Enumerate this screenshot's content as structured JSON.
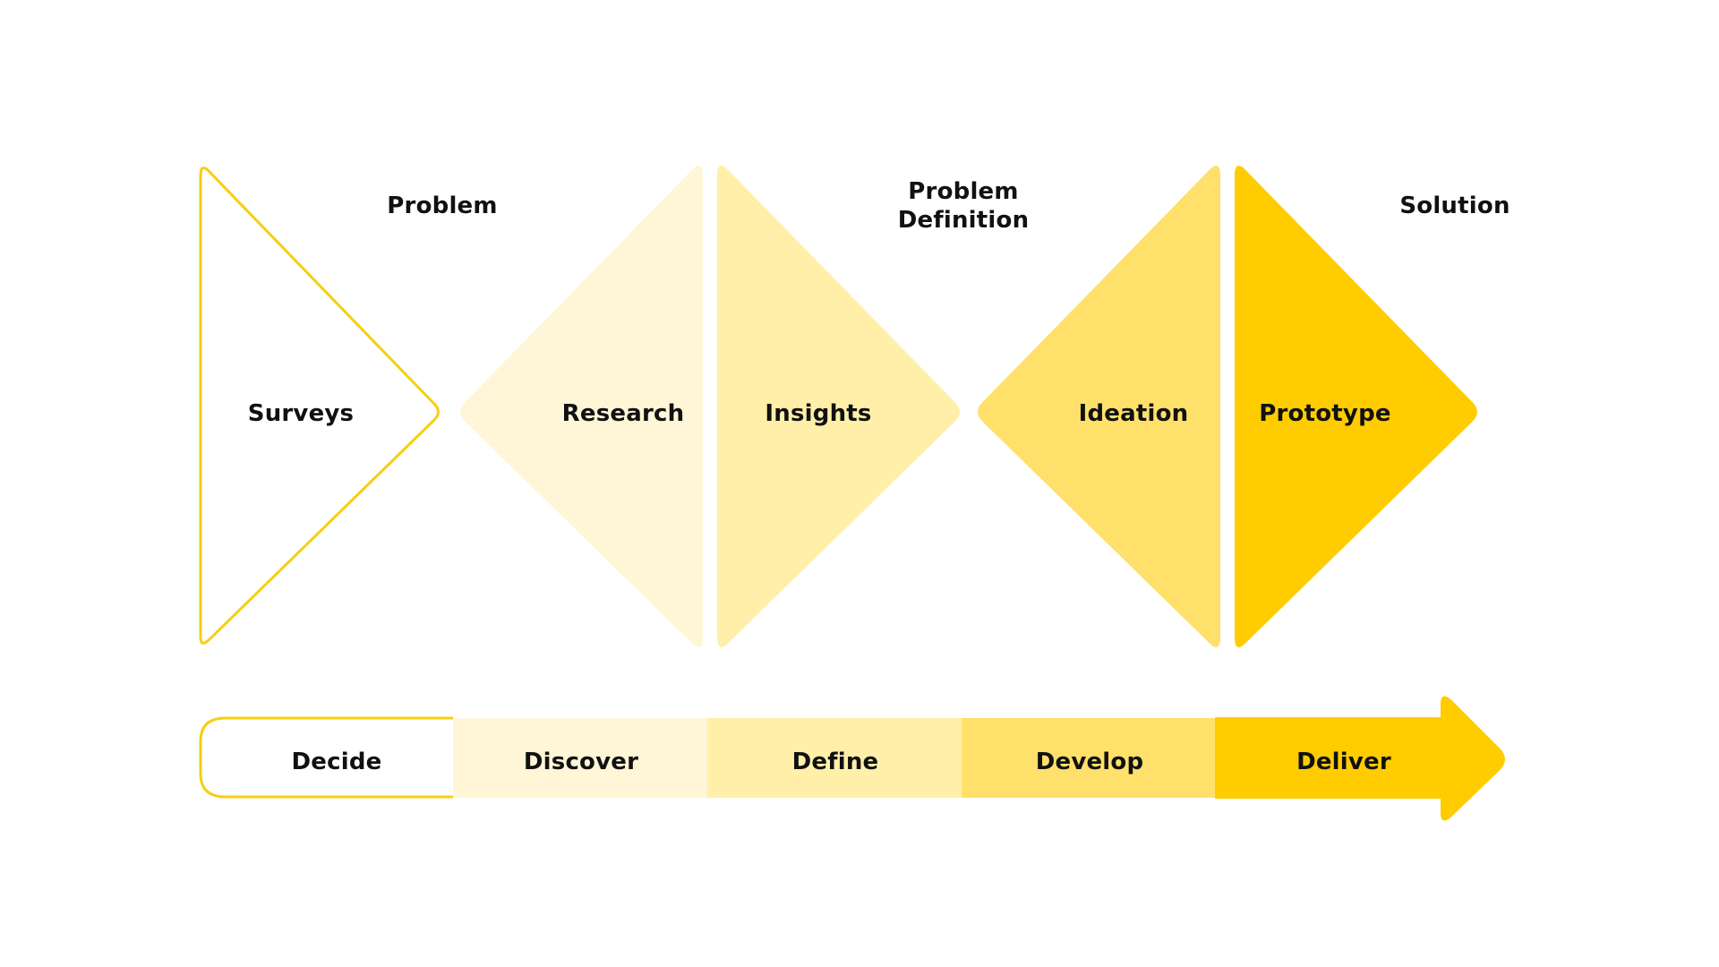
{
  "colors": {
    "outline": "#f5cf12",
    "discover": "#fef6d6",
    "define": "#ffefa9",
    "develop": "#ffe06a",
    "deliver": "#ffcc00",
    "text": "#111111",
    "background": "#ffffff"
  },
  "headings": {
    "problem": "Problem",
    "problem_definition_line1": "Problem",
    "problem_definition_line2": "Definition",
    "solution": "Solution"
  },
  "steps": {
    "surveys": "Surveys",
    "research": "Research",
    "insights": "Insights",
    "ideation": "Ideation",
    "prototype": "Prototype"
  },
  "phases": {
    "decide": "Decide",
    "discover": "Discover",
    "define": "Define",
    "develop": "Develop",
    "deliver": "Deliver"
  }
}
